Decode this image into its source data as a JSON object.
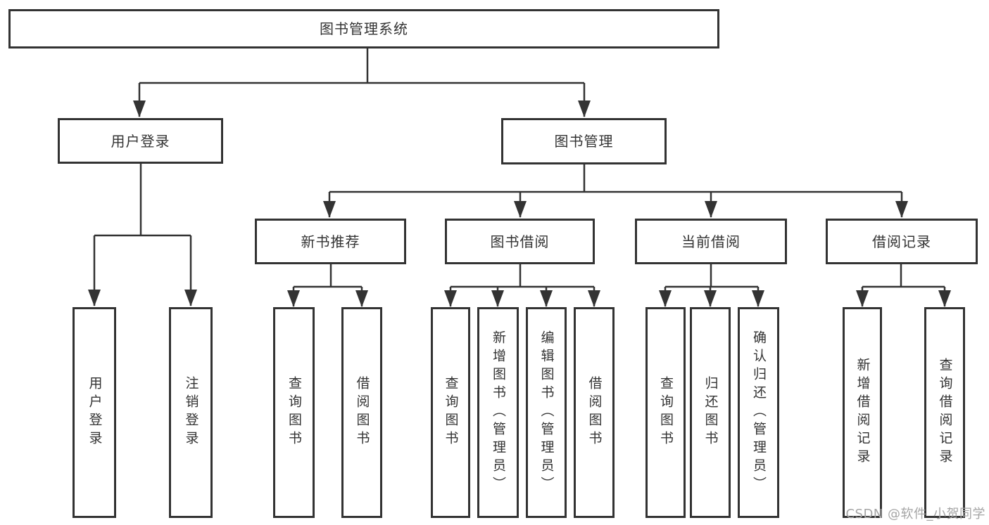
{
  "diagram": {
    "root": {
      "label": "图书管理系统"
    },
    "level2": [
      {
        "label": "用户登录"
      },
      {
        "label": "图书管理"
      }
    ],
    "level3": [
      {
        "label": "新书推荐"
      },
      {
        "label": "图书借阅"
      },
      {
        "label": "当前借阅"
      },
      {
        "label": "借阅记录"
      }
    ],
    "leaves": [
      {
        "label": "用户登录"
      },
      {
        "label": "注销登录"
      },
      {
        "label": "查询图书"
      },
      {
        "label": "借阅图书"
      },
      {
        "label": "查询图书"
      },
      {
        "label": "新增图书（管理员）"
      },
      {
        "label": "编辑图书（管理员）"
      },
      {
        "label": "借阅图书"
      },
      {
        "label": "查询图书"
      },
      {
        "label": "归还图书"
      },
      {
        "label": "确认归还（管理员）"
      },
      {
        "label": "新增借阅记录"
      },
      {
        "label": "查询借阅记录"
      }
    ],
    "colors": {
      "line": "#333333",
      "text": "#333333",
      "background": "#ffffff",
      "watermark": "#a5a5a5"
    }
  },
  "watermark": {
    "text": "CSDN @软件_小贺同学"
  }
}
